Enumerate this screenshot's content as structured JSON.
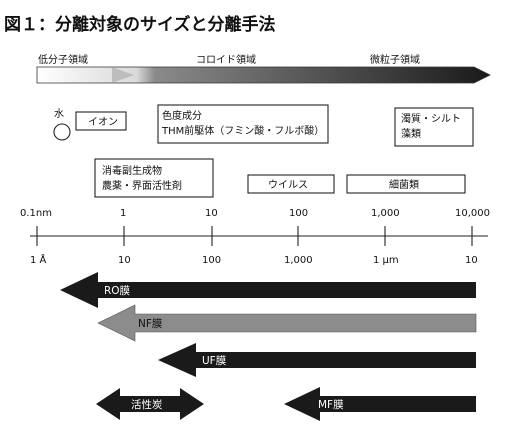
{
  "title": "図１：分離対象のサイズと分離手法",
  "regions": {
    "low_molecule": "低分子領域",
    "colloid": "コロイド領域",
    "particle": "微粒子領域"
  },
  "water_label": "水",
  "substances": {
    "ion": "イオン",
    "color_line1": "色度成分",
    "color_line2": "THM前駆体（フミン酸・フルボ酸）",
    "turbidity_line1": "濁質・シルト",
    "turbidity_line2": "藻類",
    "disinfection_line1": "消毒副生成物",
    "disinfection_line2": "農薬・界面活性剤",
    "virus": "ウイルス",
    "bacteria": "細菌類"
  },
  "scale": {
    "top_labels": [
      "0.1nm",
      "1",
      "10",
      "100",
      "1,000",
      "10,000"
    ],
    "bottom_labels": [
      "1 Å",
      "10",
      "100",
      "1,000",
      "1 μm",
      "10"
    ]
  },
  "membranes": {
    "ro": "RO膜",
    "nf": "NF膜",
    "uf": "UF膜",
    "activated_carbon": "活性炭",
    "mf": "MF膜"
  }
}
